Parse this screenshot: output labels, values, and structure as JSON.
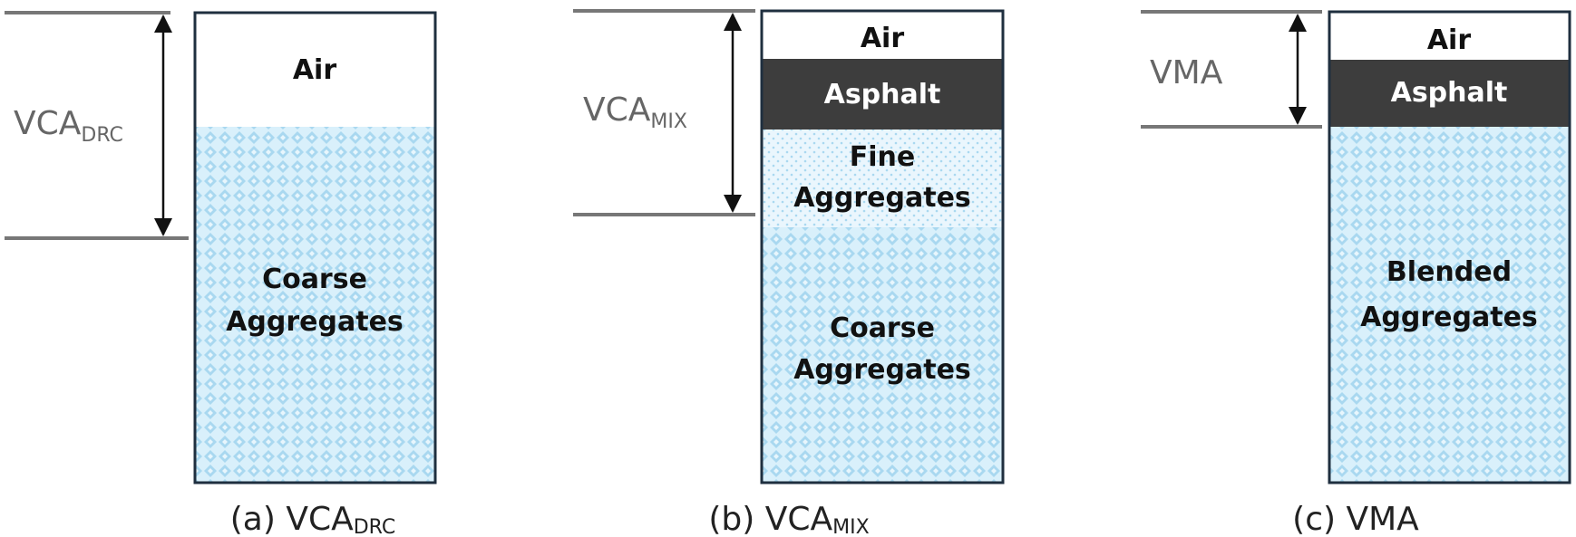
{
  "colors": {
    "box_border": "#1f2f3f",
    "asphalt": "#3d3d3d",
    "aggregate_fill": "#d9f0fb",
    "aggregate_pattern": "#9fd3ee",
    "dimension_line": "#777777"
  },
  "diagrams": [
    {
      "caption_prefix": "(a) VCA",
      "caption_sub": "DRC",
      "dimension_label": "VCA",
      "dimension_sub": "DRC",
      "layers": {
        "air": "Air",
        "coarse_line1": "Coarse",
        "coarse_line2": "Aggregates"
      }
    },
    {
      "caption_prefix": "(b) VCA",
      "caption_sub": "MIX",
      "dimension_label": "VCA",
      "dimension_sub": "MIX",
      "layers": {
        "air": "Air",
        "asphalt": "Asphalt",
        "fine_line1": "Fine",
        "fine_line2": "Aggregates",
        "coarse_line1": "Coarse",
        "coarse_line2": "Aggregates"
      }
    },
    {
      "caption_prefix": "(c) VMA",
      "dimension_label": "VMA",
      "layers": {
        "air": "Air",
        "asphalt": "Asphalt",
        "blended_line1": "Blended",
        "blended_line2": "Aggregates"
      }
    }
  ]
}
